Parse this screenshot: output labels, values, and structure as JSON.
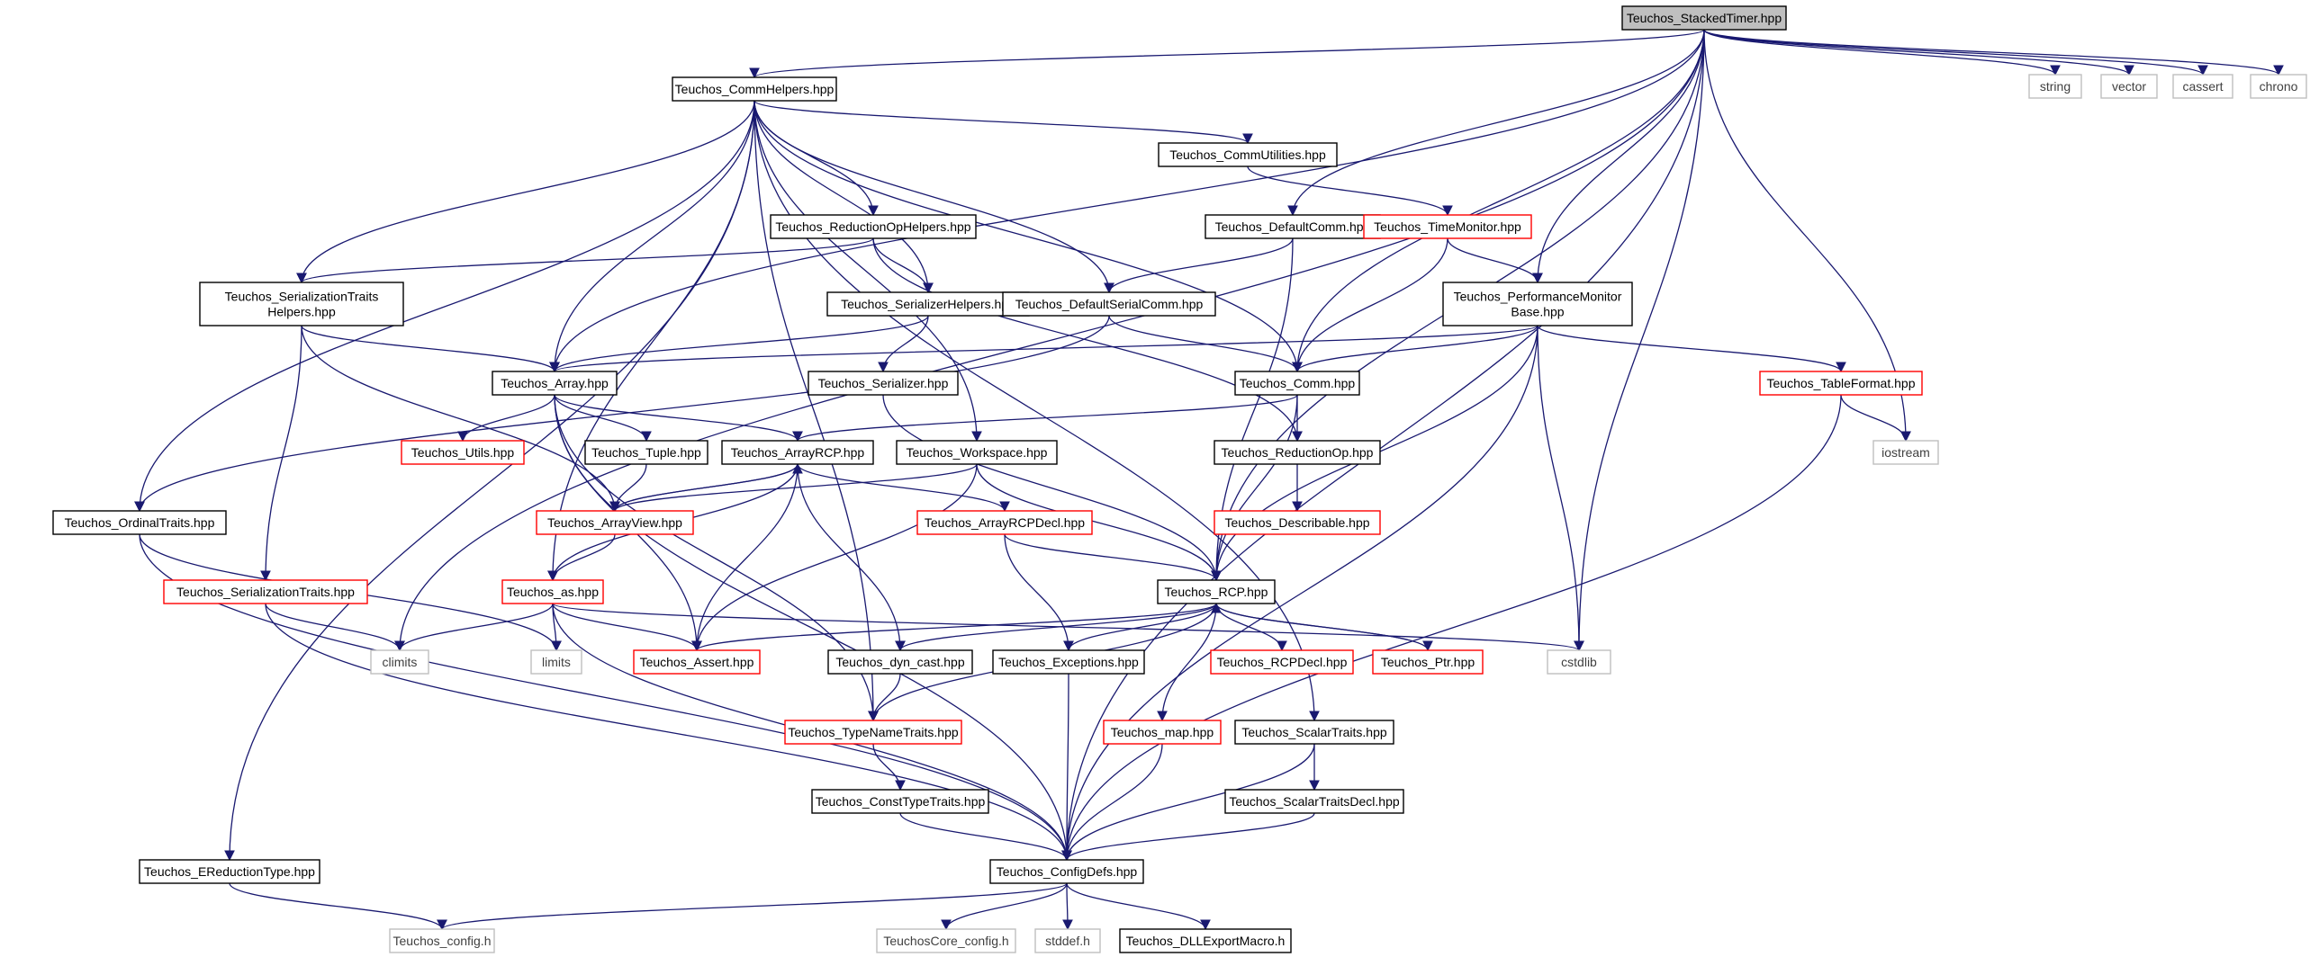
{
  "colors": {
    "edge": "#191970",
    "node_border_doc": "#000000",
    "node_border_truncated": "#ff0000",
    "node_border_external": "#bfbfbf",
    "root_fill": "#bfbfbf"
  },
  "nodes": [
    {
      "id": "stackedtimer",
      "lines": [
        "Teuchos_StackedTimer.hpp"
      ],
      "kind": "root"
    },
    {
      "id": "commhelpers",
      "lines": [
        "Teuchos_CommHelpers.hpp"
      ],
      "kind": "doc"
    },
    {
      "id": "string",
      "lines": [
        "string"
      ],
      "kind": "external"
    },
    {
      "id": "vector",
      "lines": [
        "vector"
      ],
      "kind": "external"
    },
    {
      "id": "cassert",
      "lines": [
        "cassert"
      ],
      "kind": "external"
    },
    {
      "id": "chrono",
      "lines": [
        "chrono"
      ],
      "kind": "external"
    },
    {
      "id": "commutilities",
      "lines": [
        "Teuchos_CommUtilities.hpp"
      ],
      "kind": "doc"
    },
    {
      "id": "reductionophelpers",
      "lines": [
        "Teuchos_ReductionOpHelpers.hpp"
      ],
      "kind": "doc"
    },
    {
      "id": "defaultcomm",
      "lines": [
        "Teuchos_DefaultComm.hpp"
      ],
      "kind": "doc"
    },
    {
      "id": "timemonitor",
      "lines": [
        "Teuchos_TimeMonitor.hpp"
      ],
      "kind": "truncated"
    },
    {
      "id": "serializationtraitshelpers",
      "lines": [
        "Teuchos_SerializationTraits",
        "Helpers.hpp"
      ],
      "kind": "doc"
    },
    {
      "id": "serializerhelpers",
      "lines": [
        "Teuchos_SerializerHelpers.hpp"
      ],
      "kind": "doc"
    },
    {
      "id": "defaultserialcomm",
      "lines": [
        "Teuchos_DefaultSerialComm.hpp"
      ],
      "kind": "doc"
    },
    {
      "id": "perfmonitorbase",
      "lines": [
        "Teuchos_PerformanceMonitor",
        "Base.hpp"
      ],
      "kind": "doc"
    },
    {
      "id": "array",
      "lines": [
        "Teuchos_Array.hpp"
      ],
      "kind": "doc"
    },
    {
      "id": "serializer",
      "lines": [
        "Teuchos_Serializer.hpp"
      ],
      "kind": "doc"
    },
    {
      "id": "comm",
      "lines": [
        "Teuchos_Comm.hpp"
      ],
      "kind": "doc"
    },
    {
      "id": "tableformat",
      "lines": [
        "Teuchos_TableFormat.hpp"
      ],
      "kind": "truncated"
    },
    {
      "id": "utils",
      "lines": [
        "Teuchos_Utils.hpp"
      ],
      "kind": "truncated"
    },
    {
      "id": "tuple",
      "lines": [
        "Teuchos_Tuple.hpp"
      ],
      "kind": "doc"
    },
    {
      "id": "arrayrcp",
      "lines": [
        "Teuchos_ArrayRCP.hpp"
      ],
      "kind": "doc"
    },
    {
      "id": "workspace",
      "lines": [
        "Teuchos_Workspace.hpp"
      ],
      "kind": "doc"
    },
    {
      "id": "reductionop",
      "lines": [
        "Teuchos_ReductionOp.hpp"
      ],
      "kind": "doc"
    },
    {
      "id": "iostream",
      "lines": [
        "iostream"
      ],
      "kind": "external"
    },
    {
      "id": "ordinaltraits",
      "lines": [
        "Teuchos_OrdinalTraits.hpp"
      ],
      "kind": "doc"
    },
    {
      "id": "arrayview",
      "lines": [
        "Teuchos_ArrayView.hpp"
      ],
      "kind": "truncated"
    },
    {
      "id": "arrayrcpdecl",
      "lines": [
        "Teuchos_ArrayRCPDecl.hpp"
      ],
      "kind": "truncated"
    },
    {
      "id": "describable",
      "lines": [
        "Teuchos_Describable.hpp"
      ],
      "kind": "truncated"
    },
    {
      "id": "serializationtraits",
      "lines": [
        "Teuchos_SerializationTraits.hpp"
      ],
      "kind": "truncated"
    },
    {
      "id": "as",
      "lines": [
        "Teuchos_as.hpp"
      ],
      "kind": "truncated"
    },
    {
      "id": "rcp",
      "lines": [
        "Teuchos_RCP.hpp"
      ],
      "kind": "doc"
    },
    {
      "id": "climits",
      "lines": [
        "climits"
      ],
      "kind": "external"
    },
    {
      "id": "limits",
      "lines": [
        "limits"
      ],
      "kind": "external"
    },
    {
      "id": "assert",
      "lines": [
        "Teuchos_Assert.hpp"
      ],
      "kind": "truncated"
    },
    {
      "id": "dyncast",
      "lines": [
        "Teuchos_dyn_cast.hpp"
      ],
      "kind": "doc"
    },
    {
      "id": "exceptions",
      "lines": [
        "Teuchos_Exceptions.hpp"
      ],
      "kind": "doc"
    },
    {
      "id": "rcpdecl",
      "lines": [
        "Teuchos_RCPDecl.hpp"
      ],
      "kind": "truncated"
    },
    {
      "id": "ptr",
      "lines": [
        "Teuchos_Ptr.hpp"
      ],
      "kind": "truncated"
    },
    {
      "id": "cstdlib",
      "lines": [
        "cstdlib"
      ],
      "kind": "external"
    },
    {
      "id": "typenametraits",
      "lines": [
        "Teuchos_TypeNameTraits.hpp"
      ],
      "kind": "truncated"
    },
    {
      "id": "map",
      "lines": [
        "Teuchos_map.hpp"
      ],
      "kind": "truncated"
    },
    {
      "id": "scalartraits",
      "lines": [
        "Teuchos_ScalarTraits.hpp"
      ],
      "kind": "doc"
    },
    {
      "id": "consttypetraits",
      "lines": [
        "Teuchos_ConstTypeTraits.hpp"
      ],
      "kind": "doc"
    },
    {
      "id": "scalartraitsdecl",
      "lines": [
        "Teuchos_ScalarTraitsDecl.hpp"
      ],
      "kind": "doc"
    },
    {
      "id": "ereductiontype",
      "lines": [
        "Teuchos_EReductionType.hpp"
      ],
      "kind": "doc"
    },
    {
      "id": "configdefs",
      "lines": [
        "Teuchos_ConfigDefs.hpp"
      ],
      "kind": "doc"
    },
    {
      "id": "config",
      "lines": [
        "Teuchos_config.h"
      ],
      "kind": "external"
    },
    {
      "id": "corecconfig",
      "lines": [
        "TeuchosCore_config.h"
      ],
      "kind": "external"
    },
    {
      "id": "stddef",
      "lines": [
        "stddef.h"
      ],
      "kind": "external"
    },
    {
      "id": "dllexport",
      "lines": [
        "Teuchos_DLLExportMacro.h"
      ],
      "kind": "doc"
    }
  ],
  "edges": [
    [
      "stackedtimer",
      "commhelpers"
    ],
    [
      "stackedtimer",
      "string"
    ],
    [
      "stackedtimer",
      "vector"
    ],
    [
      "stackedtimer",
      "cassert"
    ],
    [
      "stackedtimer",
      "chrono"
    ],
    [
      "stackedtimer",
      "array"
    ],
    [
      "stackedtimer",
      "defaultcomm"
    ],
    [
      "stackedtimer",
      "comm"
    ],
    [
      "stackedtimer",
      "perfmonitorbase"
    ],
    [
      "stackedtimer",
      "rcp"
    ],
    [
      "stackedtimer",
      "cstdlib"
    ],
    [
      "stackedtimer",
      "iostream"
    ],
    [
      "stackedtimer",
      "configdefs"
    ],
    [
      "stackedtimer",
      "climits"
    ],
    [
      "commhelpers",
      "commutilities"
    ],
    [
      "commhelpers",
      "reductionophelpers"
    ],
    [
      "commhelpers",
      "serializationtraitshelpers"
    ],
    [
      "commhelpers",
      "serializerhelpers"
    ],
    [
      "commhelpers",
      "defaultserialcomm"
    ],
    [
      "commhelpers",
      "comm"
    ],
    [
      "commhelpers",
      "array"
    ],
    [
      "commhelpers",
      "workspace"
    ],
    [
      "commhelpers",
      "ordinaltraits"
    ],
    [
      "commhelpers",
      "as"
    ],
    [
      "commhelpers",
      "ereductiontype"
    ],
    [
      "commhelpers",
      "scalartraits"
    ],
    [
      "commhelpers",
      "typenametraits"
    ],
    [
      "commutilities",
      "timemonitor"
    ],
    [
      "timemonitor",
      "perfmonitorbase"
    ],
    [
      "timemonitor",
      "comm"
    ],
    [
      "defaultcomm",
      "defaultserialcomm"
    ],
    [
      "defaultcomm",
      "rcp"
    ],
    [
      "reductionophelpers",
      "serializationtraitshelpers"
    ],
    [
      "reductionophelpers",
      "serializerhelpers"
    ],
    [
      "reductionophelpers",
      "reductionop"
    ],
    [
      "serializationtraitshelpers",
      "array"
    ],
    [
      "serializationtraitshelpers",
      "serializationtraits"
    ],
    [
      "serializationtraitshelpers",
      "arrayview"
    ],
    [
      "serializerhelpers",
      "array"
    ],
    [
      "serializerhelpers",
      "serializer"
    ],
    [
      "serializer",
      "rcp"
    ],
    [
      "defaultserialcomm",
      "comm"
    ],
    [
      "defaultserialcomm",
      "ordinaltraits"
    ],
    [
      "perfmonitorbase",
      "array"
    ],
    [
      "perfmonitorbase",
      "comm"
    ],
    [
      "perfmonitorbase",
      "rcp"
    ],
    [
      "perfmonitorbase",
      "tableformat"
    ],
    [
      "perfmonitorbase",
      "cstdlib"
    ],
    [
      "perfmonitorbase",
      "configdefs"
    ],
    [
      "tableformat",
      "iostream"
    ],
    [
      "tableformat",
      "configdefs"
    ],
    [
      "array",
      "utils"
    ],
    [
      "array",
      "tuple"
    ],
    [
      "array",
      "arrayrcp"
    ],
    [
      "array",
      "assert"
    ],
    [
      "array",
      "typenametraits"
    ],
    [
      "array",
      "configdefs"
    ],
    [
      "comm",
      "reductionop"
    ],
    [
      "comm",
      "arrayrcp"
    ],
    [
      "comm",
      "rcp"
    ],
    [
      "reductionop",
      "describable"
    ],
    [
      "tuple",
      "arrayview"
    ],
    [
      "arrayrcp",
      "arrayview"
    ],
    [
      "arrayrcp",
      "arrayrcpdecl"
    ],
    [
      "arrayrcp",
      "as"
    ],
    [
      "arrayrcp",
      "assert"
    ],
    [
      "arrayrcp",
      "dyncast"
    ],
    [
      "arrayview",
      "arrayrcp"
    ],
    [
      "arrayview",
      "as"
    ],
    [
      "workspace",
      "arrayview"
    ],
    [
      "workspace",
      "rcp"
    ],
    [
      "workspace",
      "assert"
    ],
    [
      "arrayrcpdecl",
      "rcp"
    ],
    [
      "arrayrcpdecl",
      "exceptions"
    ],
    [
      "ordinaltraits",
      "limits"
    ],
    [
      "ordinaltraits",
      "configdefs"
    ],
    [
      "serializationtraits",
      "climits"
    ],
    [
      "serializationtraits",
      "configdefs"
    ],
    [
      "as",
      "climits"
    ],
    [
      "as",
      "limits"
    ],
    [
      "as",
      "assert"
    ],
    [
      "as",
      "cstdlib"
    ],
    [
      "as",
      "configdefs"
    ],
    [
      "rcp",
      "assert"
    ],
    [
      "rcp",
      "dyncast"
    ],
    [
      "rcp",
      "exceptions"
    ],
    [
      "rcp",
      "rcpdecl"
    ],
    [
      "rcp",
      "ptr"
    ],
    [
      "rcp",
      "typenametraits"
    ],
    [
      "rcp",
      "map"
    ],
    [
      "ptr",
      "rcp"
    ],
    [
      "dyncast",
      "typenametraits"
    ],
    [
      "typenametraits",
      "consttypetraits"
    ],
    [
      "exceptions",
      "configdefs"
    ],
    [
      "map",
      "configdefs"
    ],
    [
      "scalartraits",
      "scalartraitsdecl"
    ],
    [
      "scalartraits",
      "configdefs"
    ],
    [
      "scalartraitsdecl",
      "configdefs"
    ],
    [
      "consttypetraits",
      "configdefs"
    ],
    [
      "ereductiontype",
      "config"
    ],
    [
      "configdefs",
      "config"
    ],
    [
      "configdefs",
      "corecconfig"
    ],
    [
      "configdefs",
      "stddef"
    ],
    [
      "configdefs",
      "dllexport"
    ]
  ]
}
